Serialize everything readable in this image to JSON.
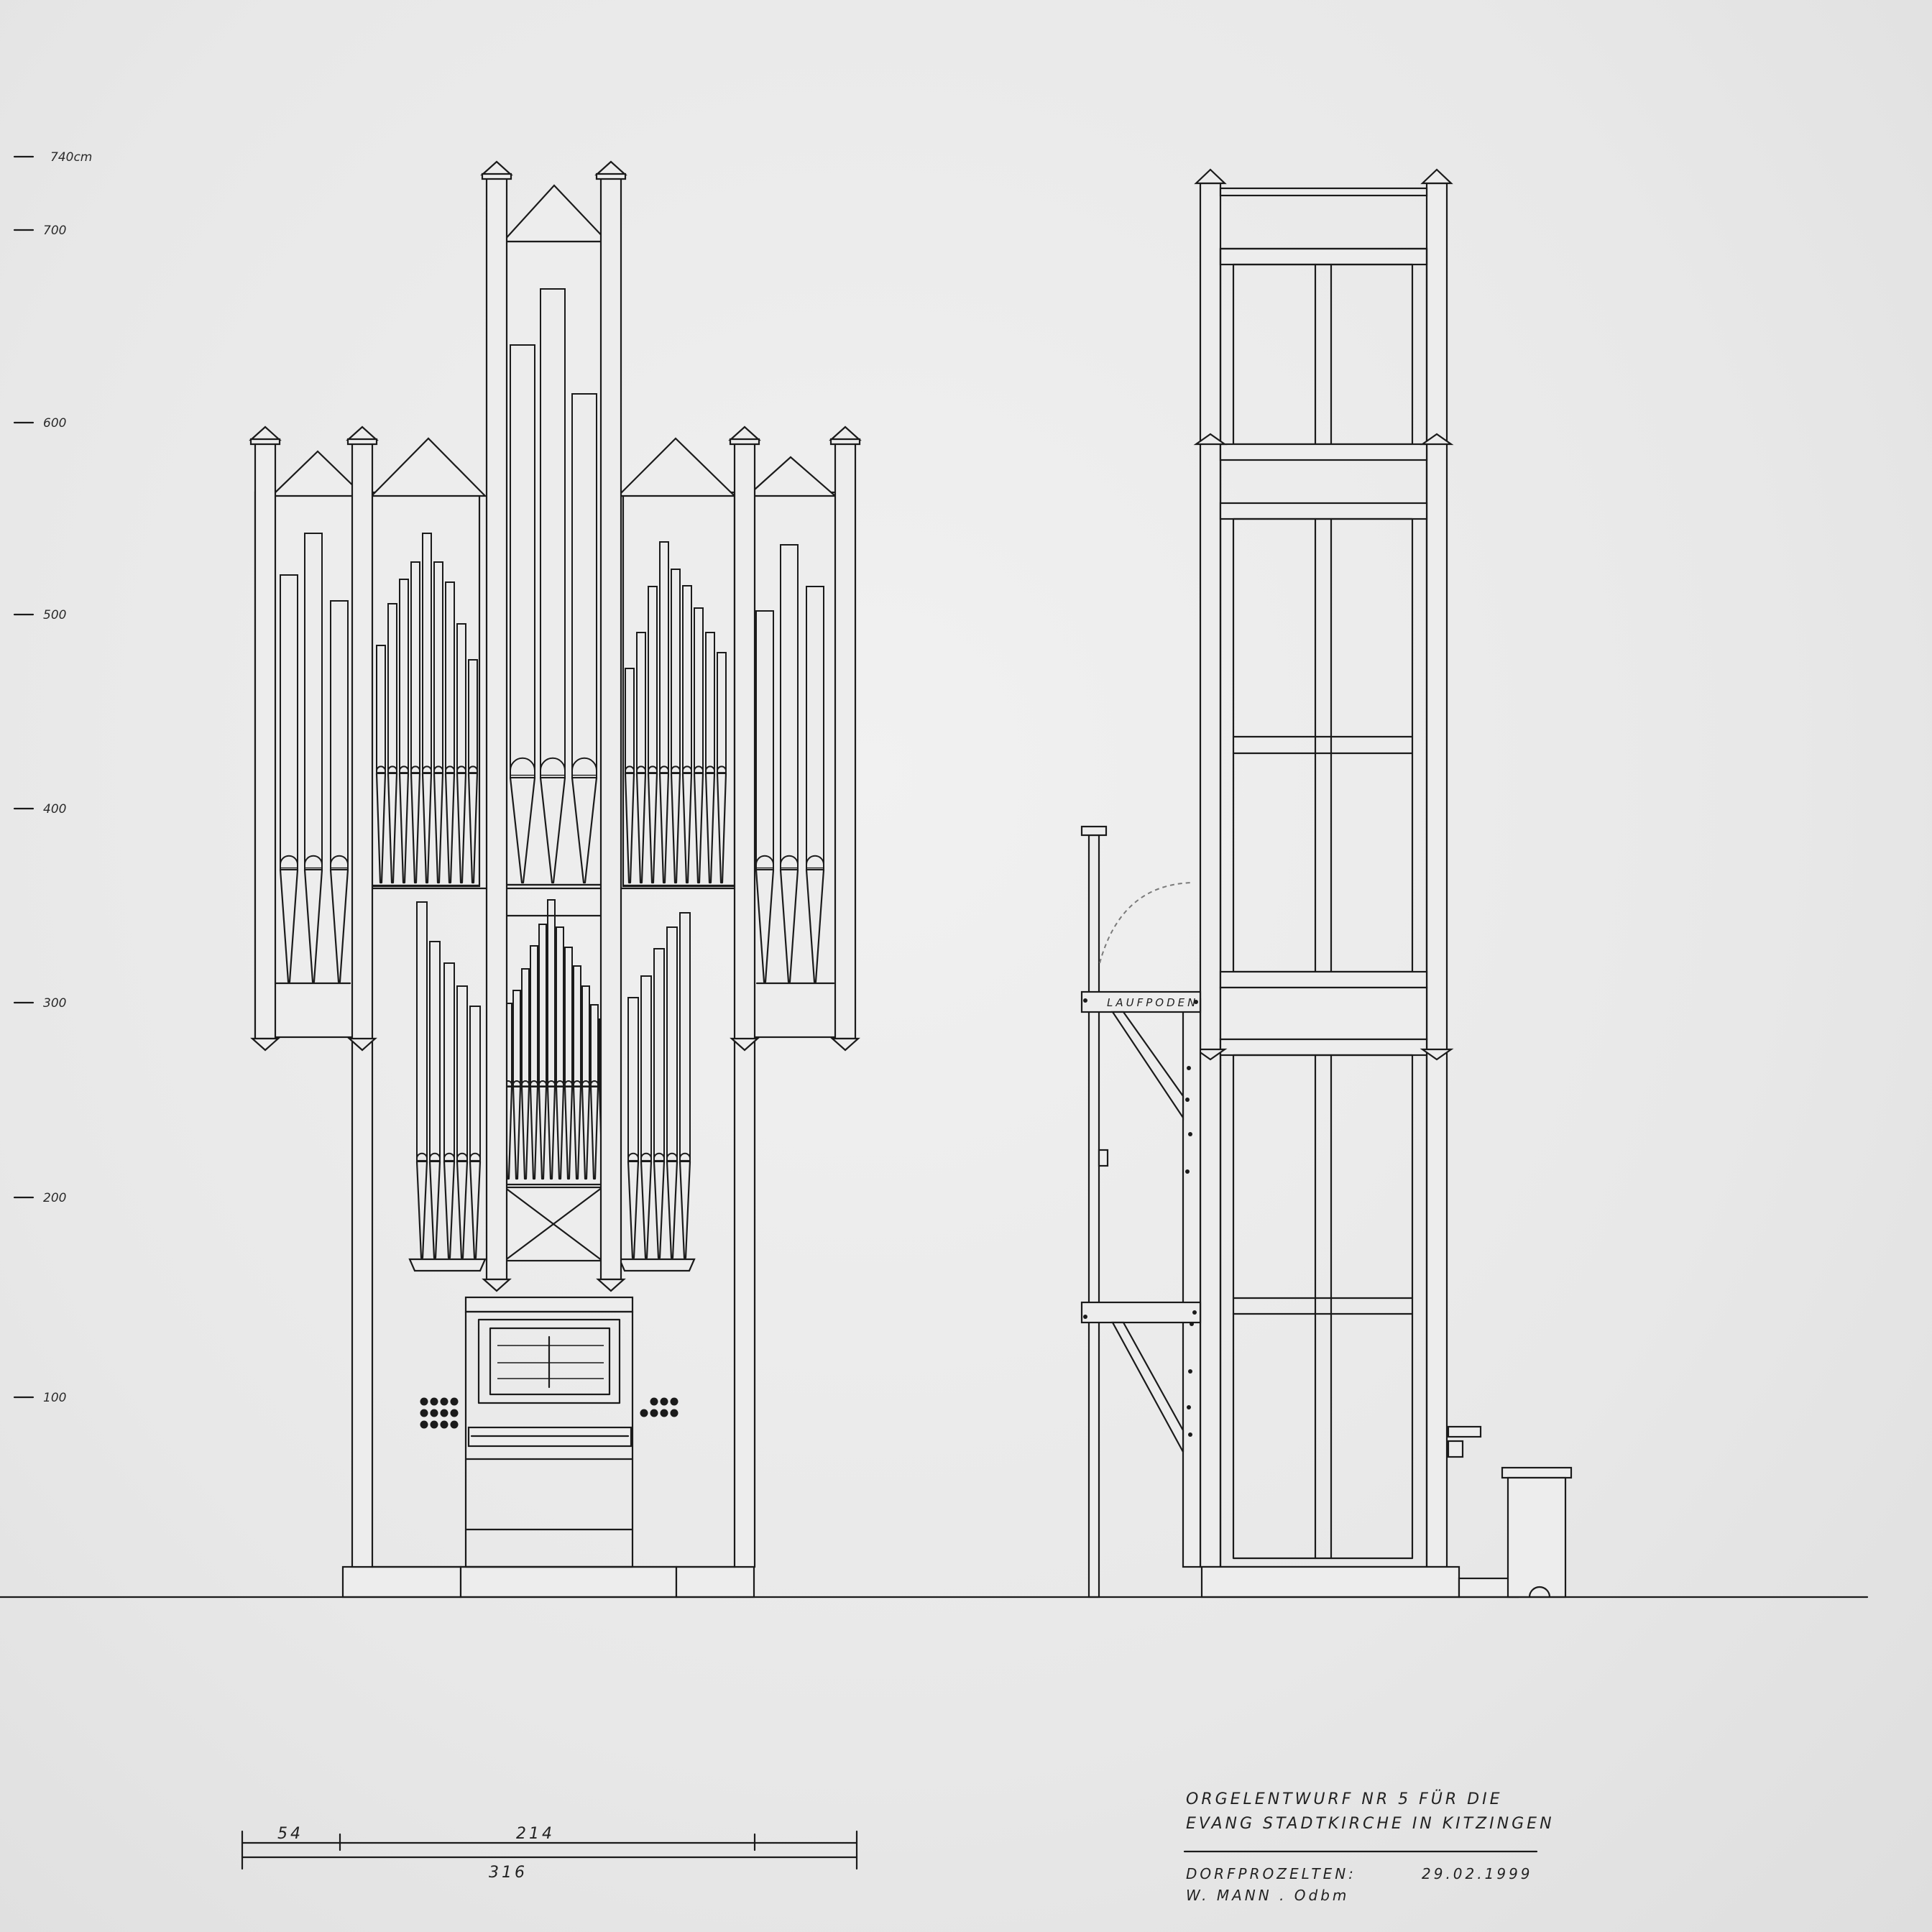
{
  "scale": {
    "unit_label": "740cm",
    "ticks": [
      "700",
      "600",
      "500",
      "400",
      "300",
      "200",
      "100"
    ]
  },
  "side_view": {
    "walkway_label": "LAUFPODEN"
  },
  "dimensions": {
    "left": "54",
    "middle": "214",
    "total": "316"
  },
  "title_block": {
    "line1": "ORGELENTWURF   NR 5  FÜR DIE",
    "line2": "EVANG  STADTKIRCHE  IN  KITZINGEN",
    "place": "DORFPROZELTEN:",
    "date": "29.02.1999",
    "author": "W. MANN . Odbm"
  }
}
